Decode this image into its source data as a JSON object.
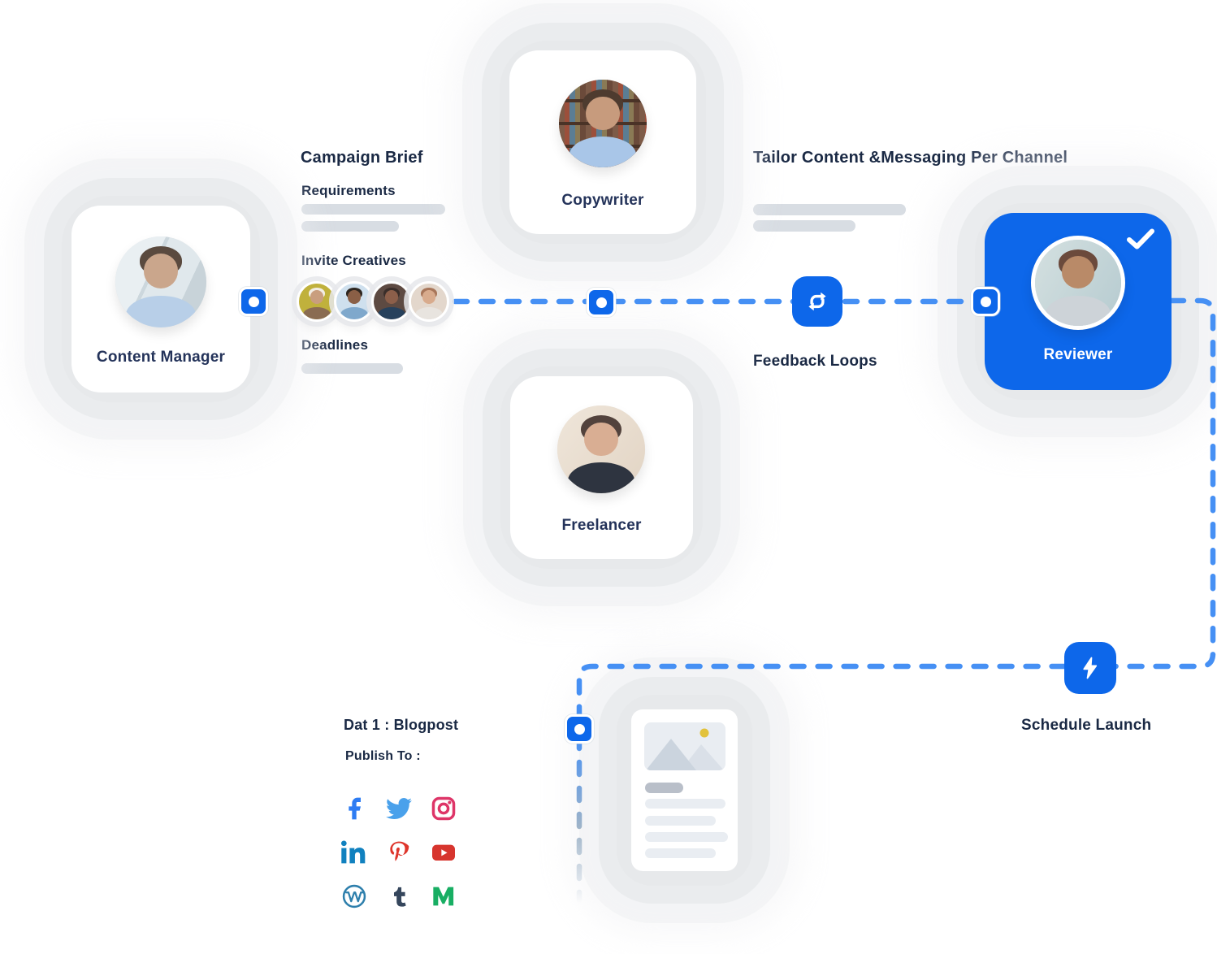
{
  "colors": {
    "accent_blue": "#0D67EA",
    "dash_blue": "#4690F4",
    "text_navy": "#1A2944",
    "skeleton_bar_gray": "#D8DDE3",
    "glow_gray": "#E7E9EB"
  },
  "cards": {
    "content_manager": {
      "label": "Content Manager"
    },
    "copywriter": {
      "label": "Copywriter"
    },
    "freelancer": {
      "label": "Freelancer"
    },
    "reviewer": {
      "label": "Reviewer",
      "badge_icon": "check-icon"
    }
  },
  "campaign": {
    "title": "Campaign Brief",
    "requirements_label": "Requirements",
    "requirements_bars": 2,
    "invite_label": "Invite Creatives",
    "invite_avatar_count": 4,
    "deadlines_label": "Deadlines",
    "deadlines_bars": 1
  },
  "tailor": {
    "title": "Tailor Content &Messaging Per Channel",
    "bars": 2
  },
  "feedback": {
    "label": "Feedback Loops",
    "icon": "sync-icon"
  },
  "schedule": {
    "label": "Schedule Launch",
    "icon": "lightning-icon"
  },
  "blogpost": {
    "day_title": "Dat 1 : Blogpost",
    "publish_to": "Publish To :",
    "preview": {
      "has_image_placeholder": true,
      "title_bar": 1,
      "text_bars": 4,
      "sun_color": "#E2C23B"
    }
  },
  "social": [
    {
      "name": "facebook",
      "color": "#2D7CF3"
    },
    {
      "name": "twitter",
      "color": "#4AA1EB"
    },
    {
      "name": "instagram",
      "color": "#DE3568"
    },
    {
      "name": "linkedin",
      "color": "#1181BF"
    },
    {
      "name": "pinterest",
      "color": "#DE352B"
    },
    {
      "name": "youtube",
      "color": "#D7352E"
    },
    {
      "name": "wordpress",
      "color": "#2E7FAC"
    },
    {
      "name": "tumblr",
      "color": "#35465C"
    },
    {
      "name": "medium",
      "color": "#18AE63"
    }
  ],
  "avatars": {
    "content_manager": {
      "bg": "#d5dde2",
      "skin": "#caa68c",
      "hair": "#5a4a3f",
      "shirt": "#b8cfe8"
    },
    "copywriter": {
      "bg": "#8a6f5c",
      "skin": "#c79b7d",
      "hair": "#4e3b2f",
      "shirt": "#a9c6e8"
    },
    "freelancer": {
      "bg": "#e8ddd2",
      "skin": "#d9ae93",
      "hair": "#52423c",
      "shirt": "#2e3440"
    },
    "reviewer": {
      "bg": "#c5d4d6",
      "skin": "#b98a68",
      "hair": "#6b4a3c",
      "shirt": "#cdd3d8"
    },
    "creative_1": {
      "bg": "#c0b13c",
      "skin": "#c99e7e",
      "hair": "#f2ede4",
      "shirt": "#8a6c52"
    },
    "creative_2": {
      "bg": "#cfe0ee",
      "skin": "#8a5f46",
      "hair": "#2e2620",
      "shirt": "#7fa8cc"
    },
    "creative_3": {
      "bg": "#5d4a42",
      "skin": "#8c5f4a",
      "hair": "#3a2e2a",
      "shirt": "#27415c"
    },
    "creative_4": {
      "bg": "#e3d7cc",
      "skin": "#d8ab8d",
      "hair": "#a8765a",
      "shirt": "#e8e4df"
    }
  }
}
